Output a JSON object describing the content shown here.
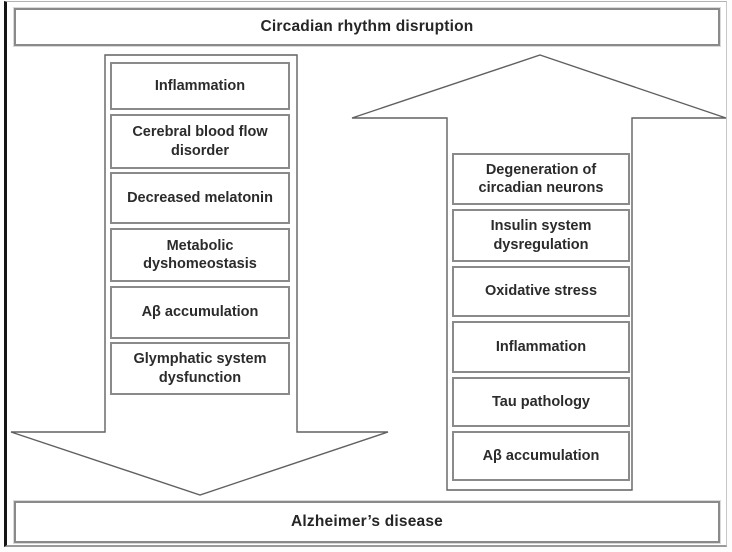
{
  "figure": {
    "top_banner": "Circadian rhythm disruption",
    "bottom_banner": "Alzheimer’s disease",
    "left_arrow": {
      "direction": "down",
      "items": [
        "Inflammation",
        "Cerebral blood flow disorder",
        "Decreased melatonin",
        "Metabolic dyshomeostasis",
        "Aβ accumulation",
        "Glymphatic system dysfunction"
      ]
    },
    "right_arrow": {
      "direction": "up",
      "items": [
        "Degeneration of circadian neurons",
        "Insulin system dysregulation",
        "Oxidative stress",
        "Inflammation",
        "Tau pathology",
        "Aβ accumulation"
      ]
    },
    "colors": {
      "box_border": "#8a8a8a",
      "arrow_outline": "#606060",
      "text": "#2b2b2b",
      "frame_left_edge": "#141414",
      "background": "#ffffff"
    }
  }
}
